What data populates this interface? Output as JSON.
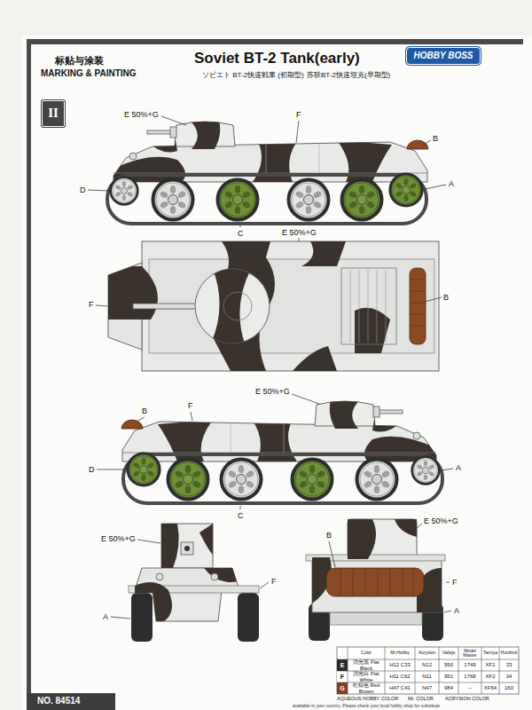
{
  "diagram": {
    "title": "Soviet BT-2 Tank(early)",
    "nodes": [
      {
        "text": [
          "HOBBY BOSS"
        ]
      },
      {
        "text": [
          "II"
        ]
      }
    ],
    "labels": [
      "标贴与涂装",
      "MARKING & PAINTING",
      "ソビエト BT-2快速戦車 (初期型)",
      "苏联BT-2快速坦克(早期型)",
      "E 50%+G",
      "F",
      "B",
      "D",
      "A",
      "C",
      "E 50%+G",
      "F",
      "B",
      "E 50%+G",
      "B",
      "F",
      "D",
      "A",
      "C",
      "E 50%+G",
      "F",
      "A",
      "E 50%+G",
      "B",
      "F",
      "A",
      "Color",
      "Mr.Hobby",
      "Acrysion",
      "Vallejo",
      "Model Master",
      "Tamiya",
      "Humbrol",
      "E",
      "消光黑 Flat Black",
      "H12 C33",
      "N12",
      "950",
      "1749",
      "XF1",
      "33",
      "F",
      "消光白 Flat White",
      "H11 C62",
      "N11",
      "951",
      "1768",
      "XF2",
      "34",
      "G",
      "红棕色 Red Brown",
      "H47 C41",
      "N47",
      "984",
      "--",
      "XF64",
      "160",
      "AQUEOUS HOBBY COLOR",
      "Mr. COLOR",
      "ACRYSION COLOR",
      "NO. 84514",
      "available in your country. Please check your local hobby shop for substitute"
    ]
  }
}
